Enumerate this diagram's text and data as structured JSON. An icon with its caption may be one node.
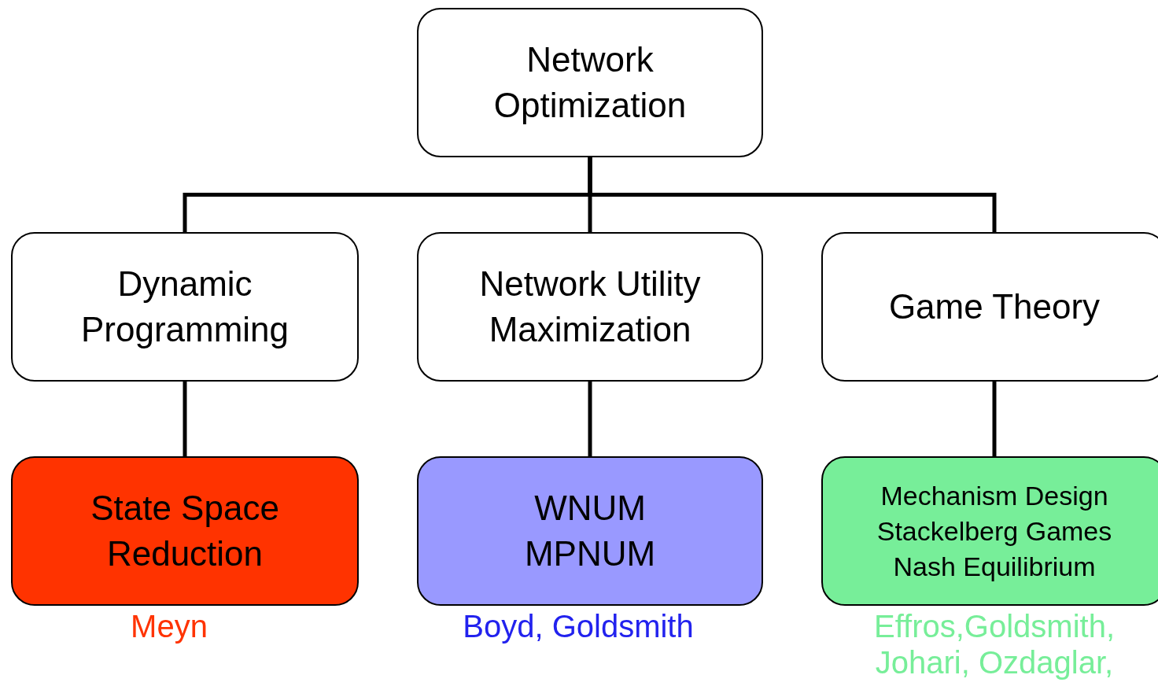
{
  "diagram": {
    "nodes": [
      {
        "text": [
          "Network Optimization"
        ]
      },
      {
        "text": [
          "Dynamic Programming"
        ]
      },
      {
        "text": [
          "Network Utility Maximization"
        ]
      },
      {
        "text": [
          "Game Theory"
        ]
      },
      {
        "text": [
          "State Space Reduction"
        ],
        "beside": [
          "Meyn"
        ]
      },
      {
        "text": [
          "WNUM MPNUM"
        ],
        "beside": [
          "Boyd, Goldsmith"
        ]
      },
      {
        "text": [
          "Mechanism Design",
          "Stackelberg Games",
          "Nash Equilibrium"
        ],
        "beside": [
          "Effros,Goldsmith, Johari, Ozdaglar,"
        ]
      }
    ],
    "edges": [
      {
        "from": 0,
        "to": 1,
        "arrow": "none"
      },
      {
        "from": 0,
        "to": 2,
        "arrow": "none"
      },
      {
        "from": 0,
        "to": 3,
        "arrow": "none"
      },
      {
        "from": 1,
        "to": 4,
        "arrow": "none"
      },
      {
        "from": 2,
        "to": 5,
        "arrow": "none"
      },
      {
        "from": 3,
        "to": 6,
        "arrow": "none"
      }
    ]
  }
}
